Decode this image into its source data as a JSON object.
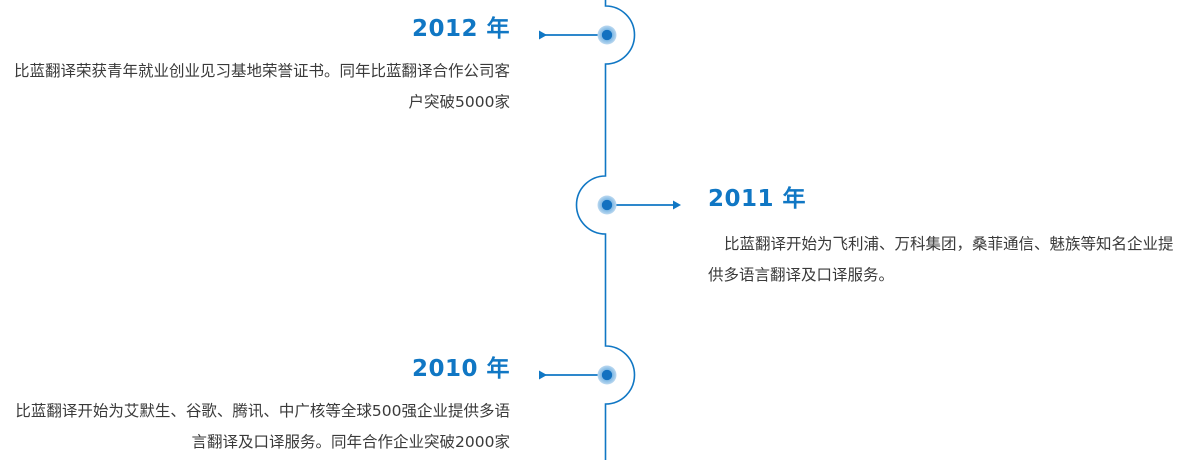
{
  "diagram": {
    "type": "vertical-timeline",
    "axis_color": "#1077c4",
    "accent_color": "#1077c4",
    "node_core_color": "#1271c0",
    "node_halo_color": "#9fc9ec",
    "text_color": "#3a3a3a",
    "background": "#ffffff"
  },
  "entries": [
    {
      "id": "2012",
      "year": "2012 年",
      "side": "left",
      "arrow_direction": "left",
      "description": "比蓝翻译荣获青年就业创业见习基地荣誉证书。同年比蓝翻译合作公司客户突破5000家"
    },
    {
      "id": "2011",
      "year": "2011 年",
      "side": "right",
      "arrow_direction": "right",
      "description": "比蓝翻译开始为飞利浦、万科集团，桑菲通信、魅族等知名企业提供多语言翻译及口译服务。"
    },
    {
      "id": "2010",
      "year": "2010 年",
      "side": "left",
      "arrow_direction": "left",
      "description": "比蓝翻译开始为艾默生、谷歌、腾讯、中广核等全球500强企业提供多语言翻译及口译服务。同年合作企业突破2000家"
    }
  ]
}
